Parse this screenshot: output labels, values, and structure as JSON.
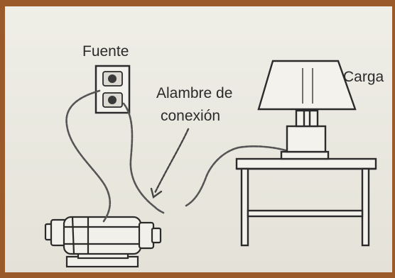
{
  "labels": {
    "source": "Fuente",
    "wire_line1": "Alambre de",
    "wire_line2": "conexión",
    "load": "Carga"
  },
  "colors": {
    "frame": "#9b5a2a",
    "paper": "#ecebe3",
    "ink": "#2b2b2b"
  }
}
